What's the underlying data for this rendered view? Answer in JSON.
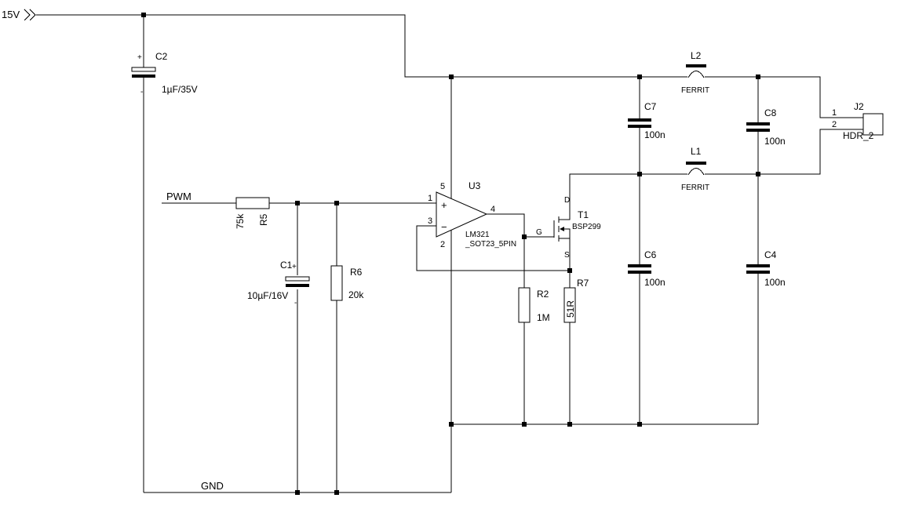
{
  "nets": {
    "vin": "15V",
    "pwm": "PWM",
    "gnd": "GND"
  },
  "components": {
    "C2": {
      "ref": "C2",
      "value": "1µF/35V",
      "plus": "+",
      "minus": "-"
    },
    "C1": {
      "ref": "C1",
      "value": "10µF/16V",
      "plus": "+",
      "minus": "-"
    },
    "R5": {
      "ref": "R5",
      "value": "75k"
    },
    "R6": {
      "ref": "R6",
      "value": "20k"
    },
    "R2": {
      "ref": "R2",
      "value": "1M"
    },
    "R7": {
      "ref": "R7",
      "value": "51R"
    },
    "U3": {
      "ref": "U3",
      "part": "LM321",
      "package": "_SOT23_5PIN",
      "pins": {
        "p1": "1",
        "p2": "2",
        "p3": "3",
        "p4": "4",
        "p5": "5"
      },
      "plus": "+",
      "minus": "−"
    },
    "T1": {
      "ref": "T1",
      "value": "BSP299",
      "drain": "D",
      "gate": "G",
      "source": "S"
    },
    "C7": {
      "ref": "C7",
      "value": "100n"
    },
    "C8": {
      "ref": "C8",
      "value": "100n"
    },
    "C6": {
      "ref": "C6",
      "value": "100n"
    },
    "C4": {
      "ref": "C4",
      "value": "100n"
    },
    "L1": {
      "ref": "L1",
      "value": "FERRIT"
    },
    "L2": {
      "ref": "L2",
      "value": "FERRIT"
    },
    "J2": {
      "ref": "J2",
      "value": "HDR_2",
      "pin1": "1",
      "pin2": "2"
    }
  }
}
